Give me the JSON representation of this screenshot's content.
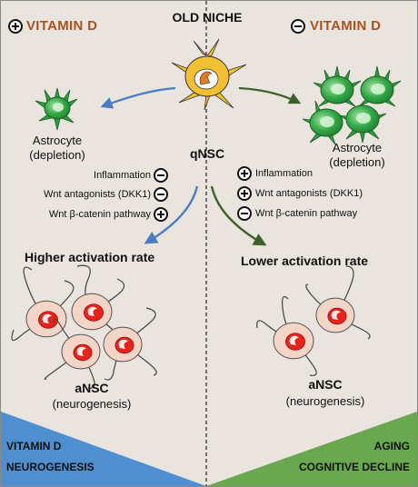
{
  "header": {
    "left_label": "VITAMIN D",
    "center_title": "OLD NICHE",
    "right_label": "VITAMIN D"
  },
  "left": {
    "astrocyte_line1": "Astrocyte",
    "astrocyte_line2": "(depletion)",
    "factors": [
      {
        "label": "Inflammation",
        "effect": "minus"
      },
      {
        "label": "Wnt antagonists (DKK1)",
        "effect": "minus"
      },
      {
        "label": "Wnt β-catenin pathway",
        "effect": "plus"
      }
    ],
    "outcome": "Higher activation rate",
    "ansc_line1": "aNSC",
    "ansc_line2": "(neurogenesis)"
  },
  "center": {
    "qnsc": "qNSC"
  },
  "right": {
    "astrocyte_line1": "Astrocyte",
    "astrocyte_line2": "(depletion)",
    "factors": [
      {
        "label": "Inflammation",
        "effect": "plus"
      },
      {
        "label": "Wnt antagonists (DKK1)",
        "effect": "plus"
      },
      {
        "label": "Wnt  β-catenin pathway",
        "effect": "minus"
      }
    ],
    "outcome": "Lower activation rate",
    "ansc_line1": "aNSC",
    "ansc_line2": "(neurogenesis)"
  },
  "bottom": {
    "left_line1": "VITAMIN D",
    "left_line2": "NEUROGENESIS",
    "right_line1": "AGING",
    "right_line2": "COGNITIVE DECLINE"
  },
  "colors": {
    "background": "#e9e4de",
    "vitamin_text": "#a5541f",
    "blue_arrow": "#4a7cc0",
    "green_arrow": "#3d5f28",
    "blue_wedge": "#4f8fcf",
    "green_wedge": "#6aa84f",
    "astrocyte": "#2e9e3f",
    "qnsc": "#f3c033",
    "ansc": "#f3d5c8",
    "nucleus": "#e8231c"
  },
  "icons": [
    "plus-icon",
    "minus-icon",
    "astrocyte-cell",
    "qnsc-cell",
    "ansc-cell"
  ]
}
